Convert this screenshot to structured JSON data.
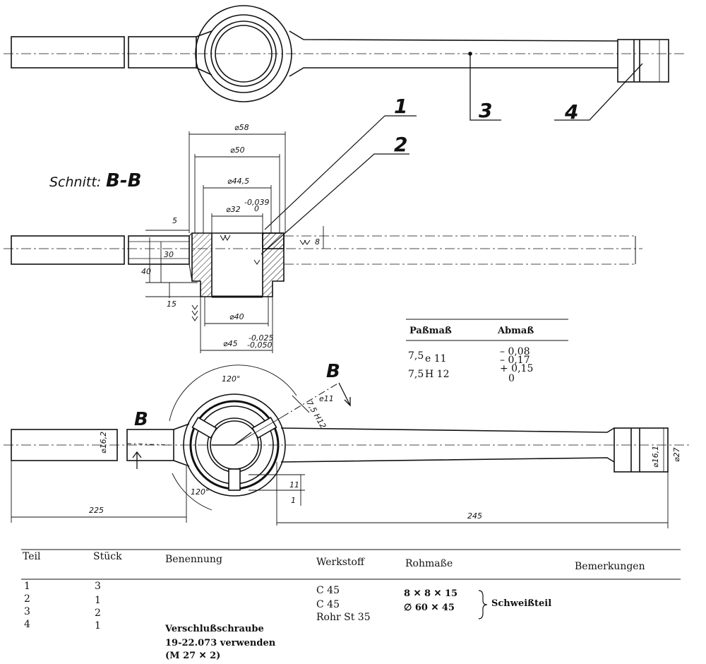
{
  "section": {
    "label": "Schnitt:",
    "name": "B-B"
  },
  "callouts": [
    "1",
    "2",
    "3",
    "4"
  ],
  "section_marks": [
    "B",
    "B"
  ],
  "dims_section": {
    "d58": "⌀58",
    "d50": "⌀50",
    "d44": "⌀44,5",
    "d32": "⌀32",
    "d32_tol_top": "-0,039",
    "d32_tol_bot": "0",
    "d40": "⌀40",
    "d45": "⌀45",
    "d45_tol_top": "-0,025",
    "d45_tol_bot": "-0,050",
    "v5": "5",
    "v30": "30",
    "v40": "40",
    "v15": "15",
    "v8": "8"
  },
  "dims_plan": {
    "angle_top": "120°",
    "angle_bottom": "120°",
    "slot": "7,5 H12",
    "slot2": "e11",
    "d16": "⌀16,2",
    "d161": "⌀16,1",
    "d27": "⌀27",
    "v11": "11",
    "v1": "1",
    "len225": "225",
    "len245": "245"
  },
  "fit_table": {
    "headers": [
      "Paßmaß",
      "Abmaß"
    ],
    "rows": [
      {
        "size": "7,5",
        "fit": "e 11",
        "dev1": "– 0,08",
        "dev2": "– 0,17"
      },
      {
        "size": "7,5",
        "fit": "H 12",
        "dev1": "+ 0,15",
        "dev2": "0"
      }
    ]
  },
  "parts_list": {
    "headers": [
      "Teil",
      "Stück",
      "Benennung",
      "Werkstoff",
      "Rohmaße",
      "Bemerkungen"
    ],
    "teil": [
      "1",
      "2",
      "3",
      "4"
    ],
    "stueck": [
      "3",
      "1",
      "2",
      "1"
    ],
    "benennung_4": [
      "Verschlußschraube",
      "19-22.073 verwenden",
      "(M 27 ✕ 2)"
    ],
    "werkstoff": [
      "C 45",
      "C 45",
      "Rohr  St 35"
    ],
    "rohmasse": [
      "8 ✕ 8 ✕ 15",
      "∅ 60 ✕ 45"
    ],
    "bemerkung": "Schweißteil"
  }
}
